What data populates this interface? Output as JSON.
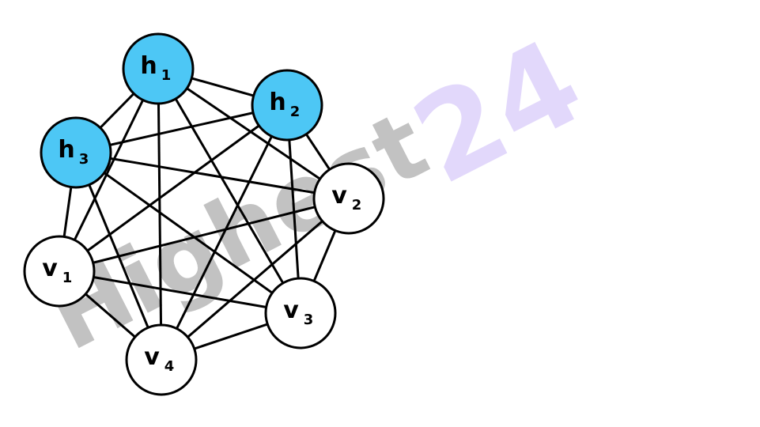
{
  "watermark": {
    "text_gray": "Highest",
    "text_lavender": "24",
    "color_gray": "#c2c2c2",
    "color_lavender": "#e2d8fb"
  },
  "graph": {
    "colors": {
      "hidden_fill": "#4dc7f5",
      "visible_fill": "#ffffff",
      "stroke": "#000000"
    },
    "nodes": [
      {
        "id": "h1",
        "letter": "h",
        "sub": "1",
        "kind": "hidden"
      },
      {
        "id": "h2",
        "letter": "h",
        "sub": "2",
        "kind": "hidden"
      },
      {
        "id": "h3",
        "letter": "h",
        "sub": "3",
        "kind": "hidden"
      },
      {
        "id": "v1",
        "letter": "v",
        "sub": "1",
        "kind": "visible"
      },
      {
        "id": "v2",
        "letter": "v",
        "sub": "2",
        "kind": "visible"
      },
      {
        "id": "v3",
        "letter": "v",
        "sub": "3",
        "kind": "visible"
      },
      {
        "id": "v4",
        "letter": "v",
        "sub": "4",
        "kind": "visible"
      }
    ],
    "edges": [
      [
        "h1",
        "h2"
      ],
      [
        "h1",
        "h3"
      ],
      [
        "h1",
        "v1"
      ],
      [
        "h1",
        "v2"
      ],
      [
        "h1",
        "v3"
      ],
      [
        "h1",
        "v4"
      ],
      [
        "h2",
        "h3"
      ],
      [
        "h2",
        "v1"
      ],
      [
        "h2",
        "v2"
      ],
      [
        "h2",
        "v3"
      ],
      [
        "h2",
        "v4"
      ],
      [
        "h3",
        "v1"
      ],
      [
        "h3",
        "v2"
      ],
      [
        "h3",
        "v3"
      ],
      [
        "h3",
        "v4"
      ],
      [
        "v1",
        "v2"
      ],
      [
        "v1",
        "v3"
      ],
      [
        "v1",
        "v4"
      ],
      [
        "v2",
        "v3"
      ],
      [
        "v2",
        "v4"
      ],
      [
        "v3",
        "v4"
      ]
    ]
  }
}
